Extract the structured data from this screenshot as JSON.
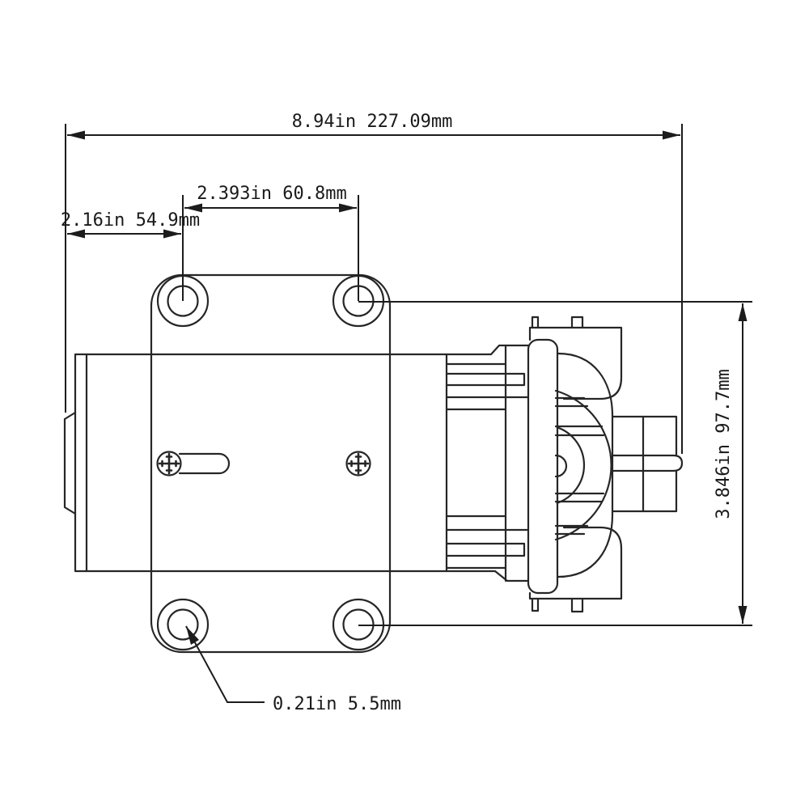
{
  "drawing": {
    "type": "technical-dimension-drawing",
    "subject": "diaphragm-pump-side-view",
    "background_color": "#ffffff",
    "line_color": "#262626",
    "annotations": {
      "overall_length": "8.94in 227.09mm",
      "hole_spacing": "2.393in 60.8mm",
      "left_offset": "2.16in 54.9mm",
      "overall_height": "3.846in 97.7mm",
      "hole_diameter": "0.21in 5.5mm"
    }
  }
}
